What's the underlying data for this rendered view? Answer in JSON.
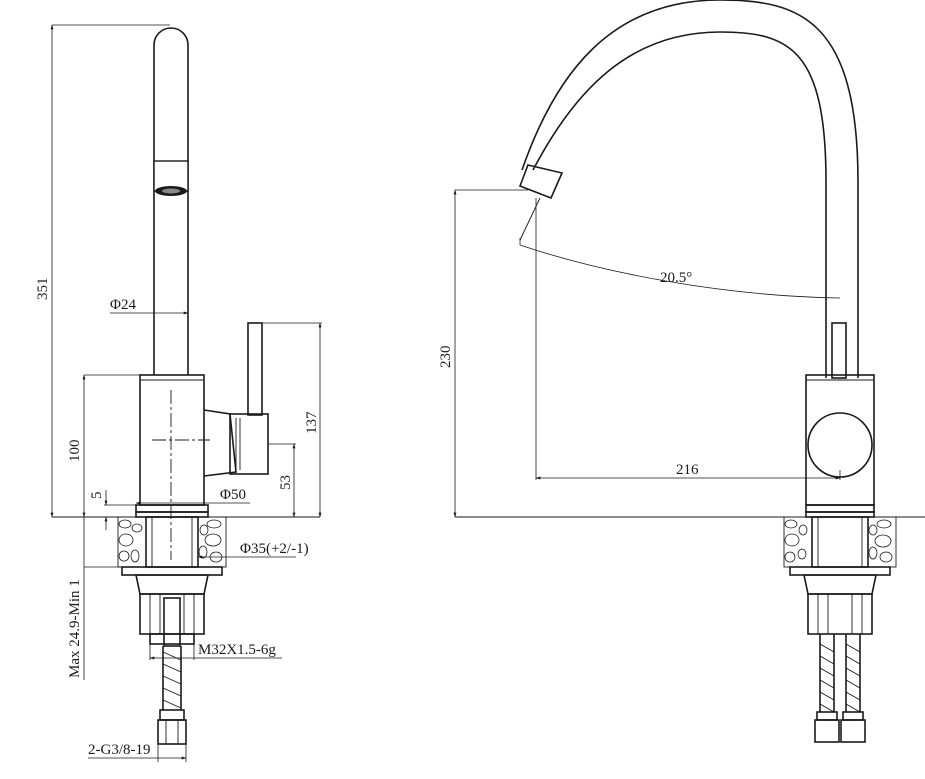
{
  "dimensions": {
    "total_height": "351",
    "spout_diameter": "Φ24",
    "body_height": "100",
    "lever_height": "137",
    "lever_axis_height": "53",
    "base_thickness": "5",
    "base_diameter": "Φ50",
    "hole_diameter": "Φ35(+2/-1)",
    "counter_thickness": "Max 24.9-Min 1",
    "thread": "M32X1.5-6g",
    "hose_thread": "2-G3/8-19",
    "spout_height": "230",
    "spout_reach": "216",
    "swivel_angle": "20.5°"
  }
}
